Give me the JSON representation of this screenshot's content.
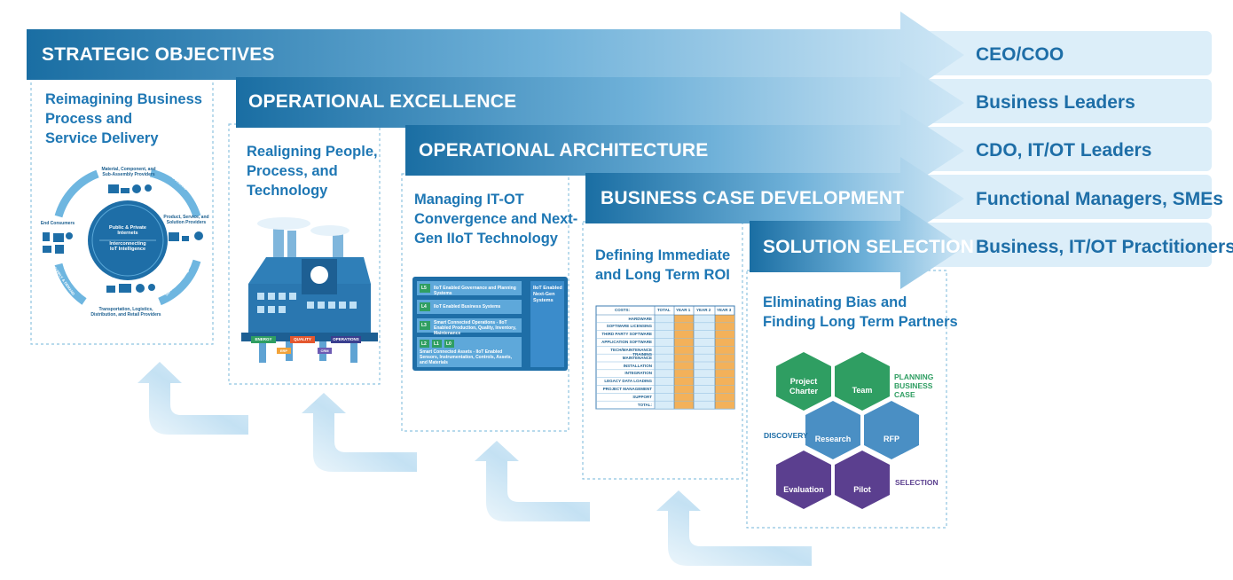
{
  "stages": [
    {
      "title": "STRATEGIC OBJECTIVES",
      "role": "CEO/COO",
      "desc": [
        "Reimagining Business",
        "Process and",
        "Service Delivery"
      ]
    },
    {
      "title": "OPERATIONAL EXCELLENCE",
      "role": "Business Leaders",
      "desc": [
        "Realigning People,",
        "Process, and",
        "Technology"
      ]
    },
    {
      "title": "OPERATIONAL ARCHITECTURE",
      "role": "CDO, IT/OT Leaders",
      "desc": [
        "Managing IT-OT",
        "Convergence and Next-",
        "Gen IIoT Technology"
      ]
    },
    {
      "title": "BUSINESS CASE DEVELOPMENT",
      "role": "Functional Managers, SMEs",
      "desc": [
        "Defining Immediate",
        "and Long Term ROI"
      ]
    },
    {
      "title": "SOLUTION SELECTION",
      "role": "Business, IT/OT Practitioners",
      "desc": [
        "Eliminating Bias and",
        "Finding Long Term Partners"
      ]
    }
  ],
  "ecosystem": {
    "center": [
      "Public & Private",
      "Internets",
      "Interconnecting",
      "IoT Intelligence"
    ],
    "nodes": {
      "top": [
        "Material, Component, and",
        "Sub-Assembly Providers"
      ],
      "right": [
        "Product, Service, and",
        "Solution Providers"
      ],
      "bottom": [
        "Transportation, Logistics,",
        "Distribution, and Retail Providers"
      ],
      "left": "End Consumers"
    },
    "flow_label": "SUPPLY & DEMAND"
  },
  "factory": {
    "labels": [
      "ENERGY",
      "QUALITY",
      "OPERATIONS",
      "ERP",
      "CRM"
    ]
  },
  "architecture": {
    "layers": [
      {
        "levels": [
          "L5"
        ],
        "text": "IIoT Enabled Governance and Planning Systems"
      },
      {
        "levels": [
          "L4"
        ],
        "text": "IIoT Enabled Business Systems"
      },
      {
        "levels": [
          "L3"
        ],
        "text": "Smart Connected Operations - IIoT Enabled Production, Quality, Inventory, Maintenance"
      },
      {
        "levels": [
          "L2",
          "L1",
          "L0"
        ],
        "text": "Smart Connected Assets - IIoT Enabled Sensors, Instrumentation, Controls, Assets, and Materials"
      }
    ],
    "side": "IIoT Enabled Next-Gen Systems"
  },
  "roi_table": {
    "headers": [
      "COSTS:",
      "TOTAL",
      "YEAR 1",
      "YEAR 2",
      "YEAR 3"
    ],
    "rows": [
      "HARDWARE",
      "SOFTWARE LICENSING",
      "THIRD PARTY SOFTWARE",
      "APPLICATION SOFTWARE",
      "TECH/MAINTENANCE TRAINING",
      "MAINTENANCE",
      "INSTALLATION",
      "INTEGRATION",
      "LEGACY DATA LOADING",
      "PROJECT MANAGEMENT",
      "SUPPORT",
      "TOTAL:"
    ]
  },
  "hexes": {
    "cells": [
      "Project Charter",
      "Team",
      "Research",
      "RFP",
      "Evaluation",
      "Pilot"
    ],
    "groups": [
      "PLANNING BUSINESS CASE",
      "DISCOVERY",
      "SELECTION"
    ]
  },
  "colors": {
    "arrow_dark": "#1a73a8",
    "arrow_light": "#c8e3f3",
    "role_bg": "#dceef9",
    "role_text": "#1e6ea7",
    "green": "#2f9e62",
    "blue_hex": "#4a8fc4",
    "purple": "#5b3f8f"
  }
}
